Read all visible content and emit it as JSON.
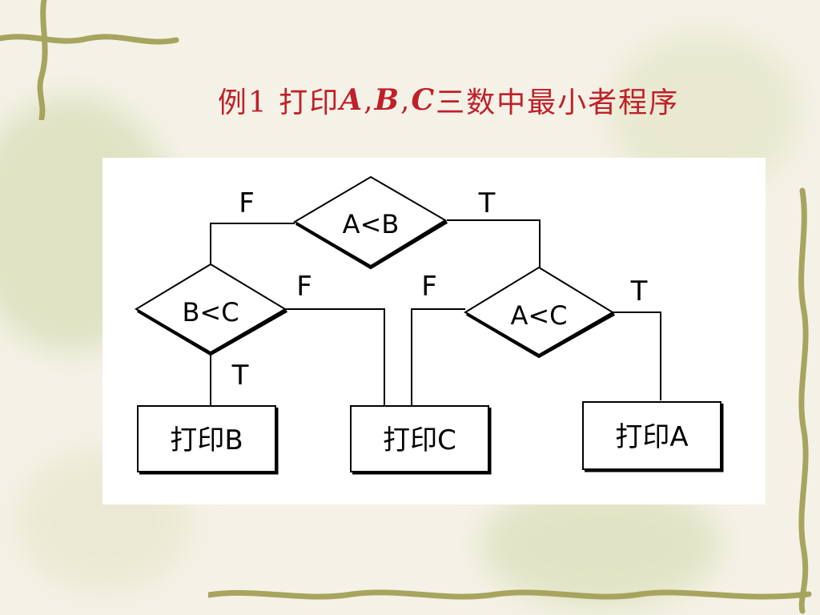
{
  "title": {
    "prefix": "例1  打印",
    "var_a": "A",
    "sep1": ", ",
    "var_b": "B",
    "sep2": ", ",
    "var_c": "C",
    "suffix": "三数中最小者程序"
  },
  "flowchart": {
    "decisions": [
      {
        "id": "a-lt-b",
        "text": "A<B",
        "true_label": "T",
        "false_label": "F"
      },
      {
        "id": "b-lt-c",
        "text": "B<C",
        "true_label": "T",
        "false_label": "F"
      },
      {
        "id": "a-lt-c",
        "text": "A<C",
        "true_label": "T",
        "false_label": "F"
      }
    ],
    "outputs": [
      {
        "id": "print-b",
        "text": "打印B"
      },
      {
        "id": "print-c",
        "text": "打印C"
      },
      {
        "id": "print-a",
        "text": "打印A"
      }
    ]
  },
  "colors": {
    "title": "#c0202a",
    "background": "#f4f2e6",
    "line": "#000000"
  }
}
